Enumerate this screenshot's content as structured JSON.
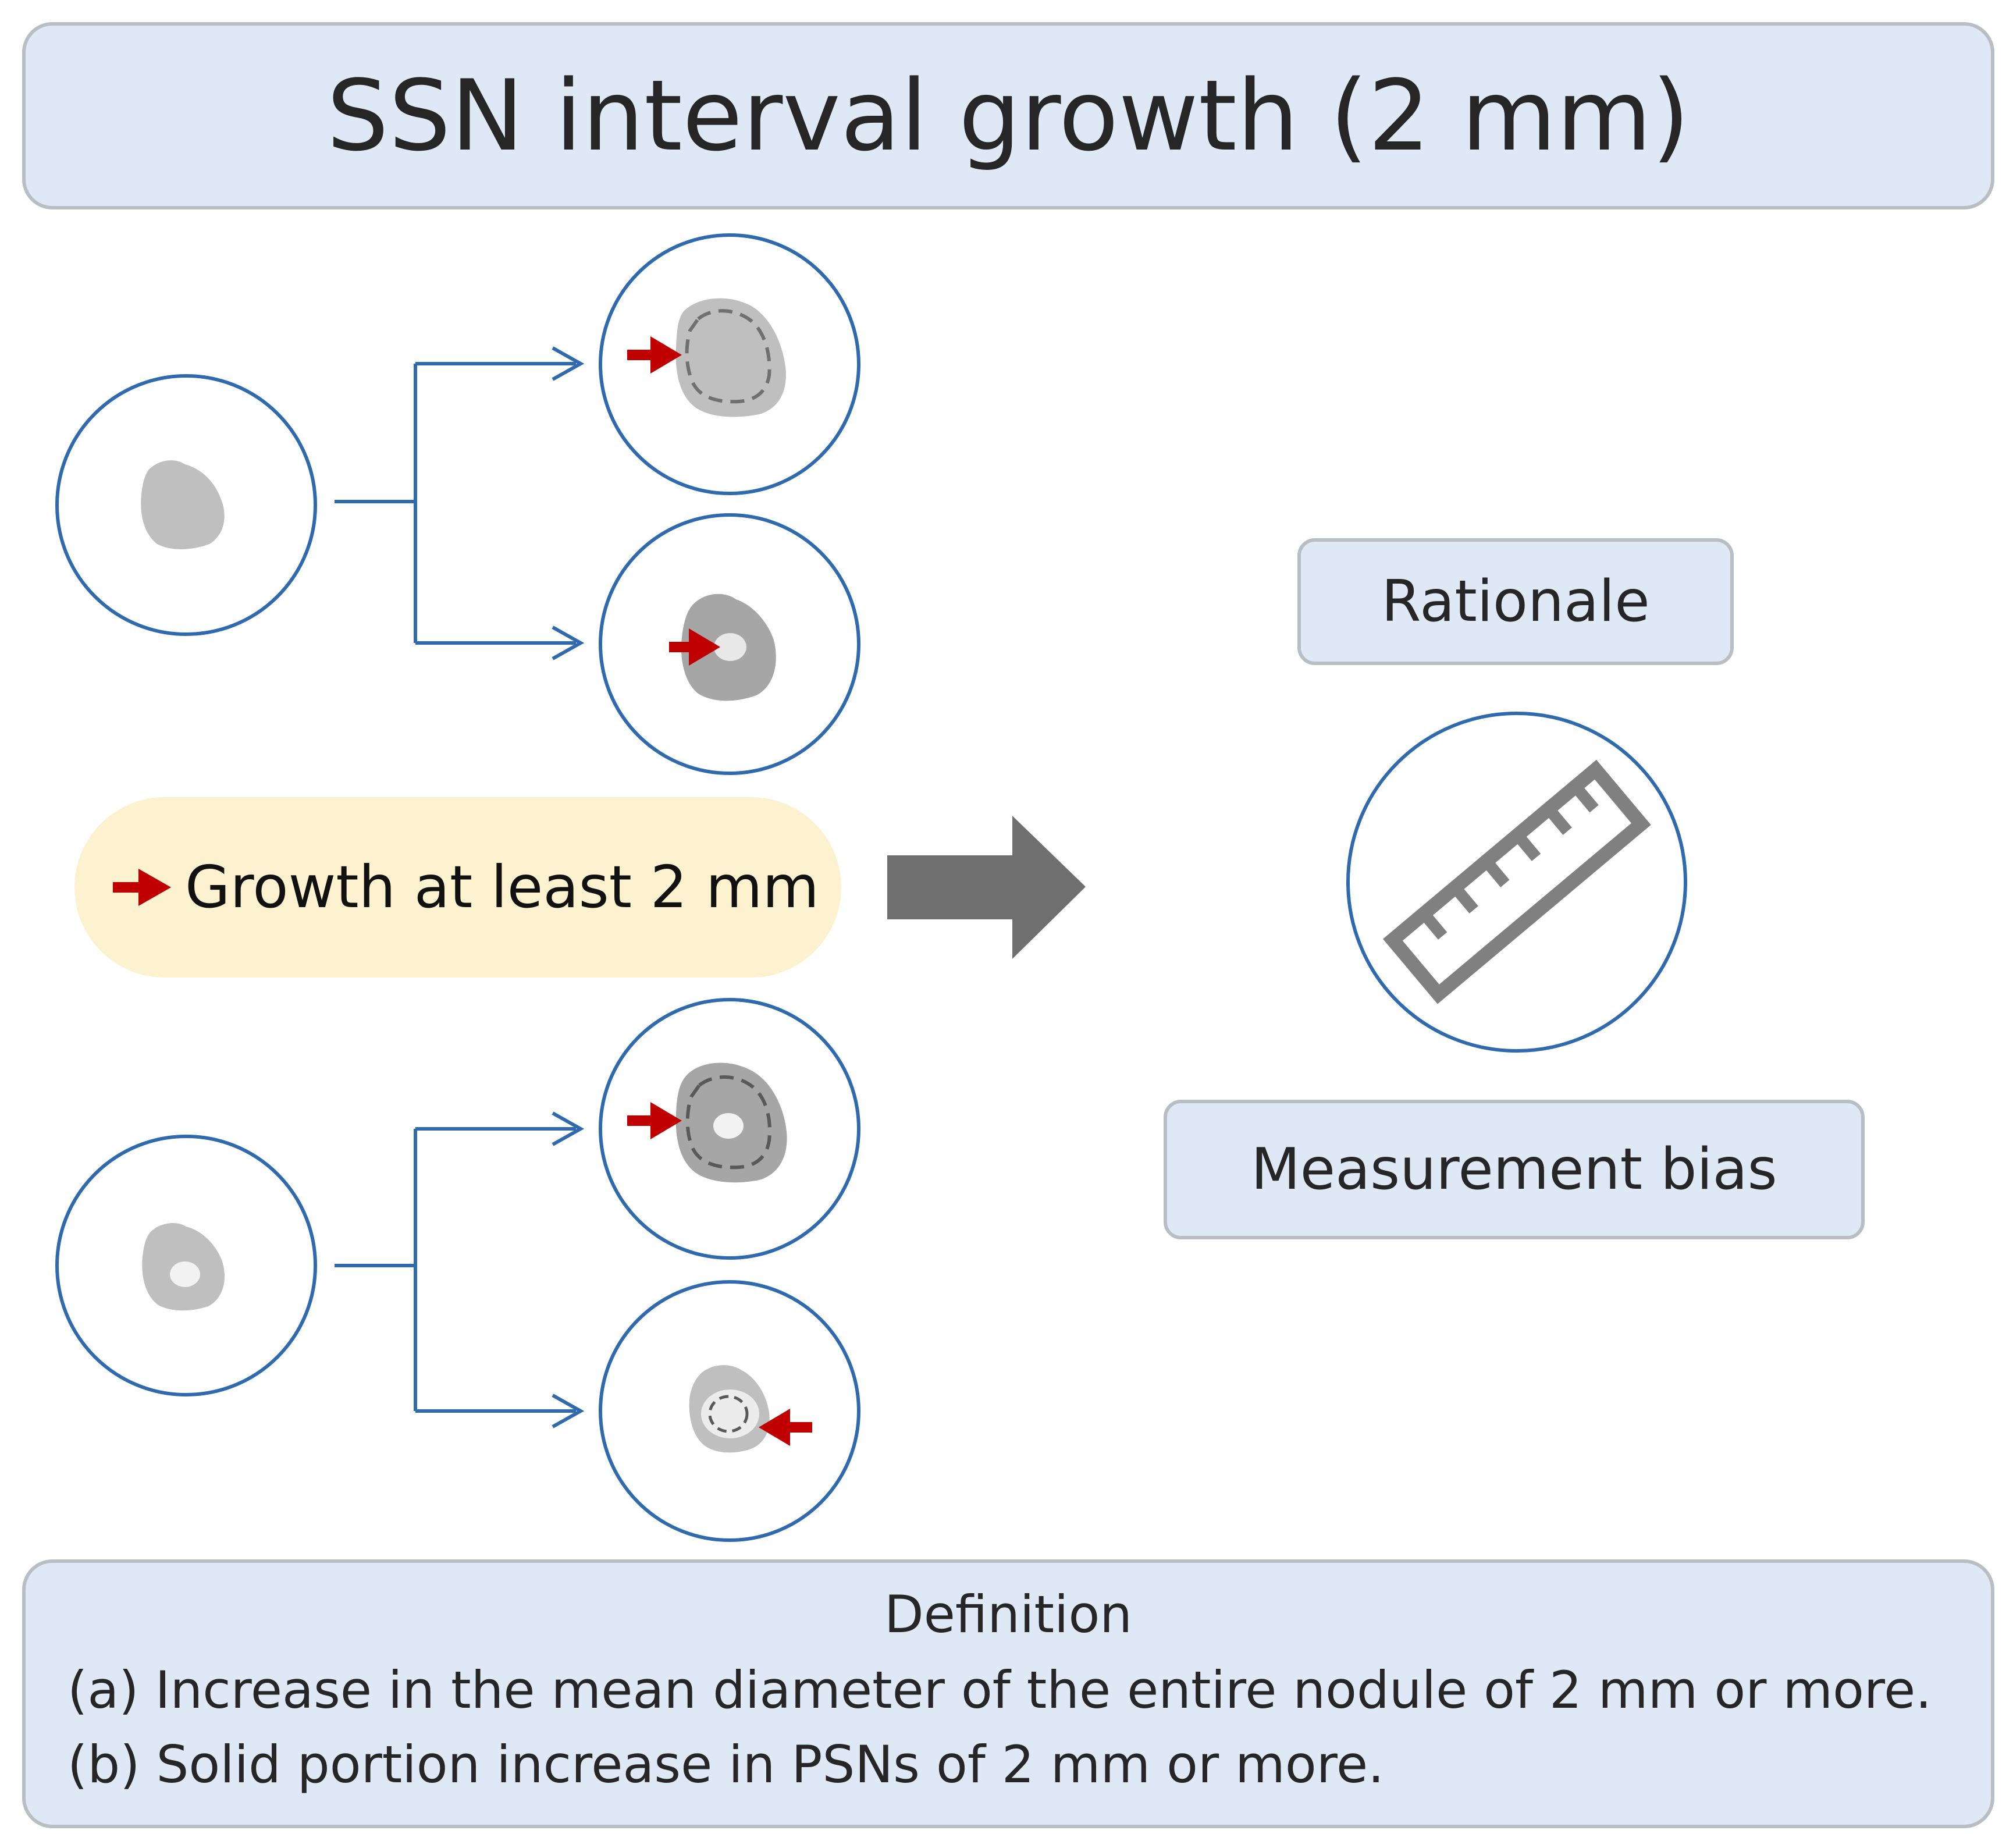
{
  "title": "SSN interval growth (2 mm)",
  "legend": {
    "arrow_icon": "red-arrow-icon",
    "label": "Growth at least 2 mm"
  },
  "rationale": {
    "heading": "Rationale",
    "icon": "ruler-icon",
    "label": "Measurement bias"
  },
  "definition": {
    "heading": "Definition",
    "items": [
      "(a) Increase in the mean diameter of the entire nodule of 2 mm or more.",
      "(b) Solid portion increase in PSNs of 2 mm or more."
    ]
  },
  "colors": {
    "panel_fill": "#dee9f5",
    "panel_border": "#b9bdc4",
    "legend_fill": "#fdf2cf",
    "circle_stroke": "#2e6aad",
    "nodule_gray": "#bfbfbf",
    "arrow_red": "#c00000",
    "big_arrow_gray": "#6f6f6f",
    "ruler_gray": "#808080"
  }
}
